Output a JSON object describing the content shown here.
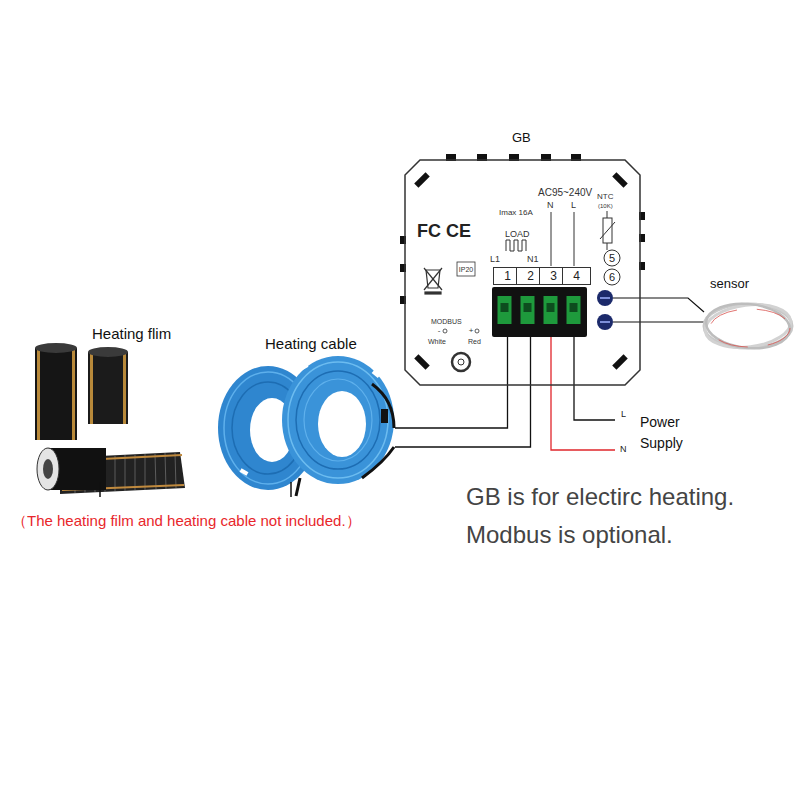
{
  "diagram": {
    "nodes": [
      {
        "text": [
          "GB"
        ]
      },
      {
        "text": [
          "1"
        ],
        "in": 0
      },
      {
        "text": [
          "2"
        ],
        "in": 0
      },
      {
        "text": [
          "3"
        ],
        "in": 0
      },
      {
        "text": [
          "4"
        ],
        "in": 0
      },
      {
        "text": [
          "Heating cable"
        ]
      }
    ],
    "edges": [
      {
        "from": 5,
        "to": 1,
        "arrow": "none"
      },
      {
        "from": 5,
        "to": 2,
        "arrow": "none"
      }
    ],
    "labels": [
      "FC",
      "CE",
      "Imax 16A",
      "LOAD",
      "L1",
      "N1",
      "AC95~240V",
      "N",
      "L",
      "NTC",
      "(10K)",
      "5",
      "6",
      "IP20",
      "MODBUS",
      "-",
      "+",
      "White",
      "Red",
      "sensor",
      "L",
      "N",
      "Power Supply",
      "Heating flim",
      "（The heating film and heating cable not included.）",
      "GB is for electirc heating.",
      "Modbus is optional."
    ]
  }
}
